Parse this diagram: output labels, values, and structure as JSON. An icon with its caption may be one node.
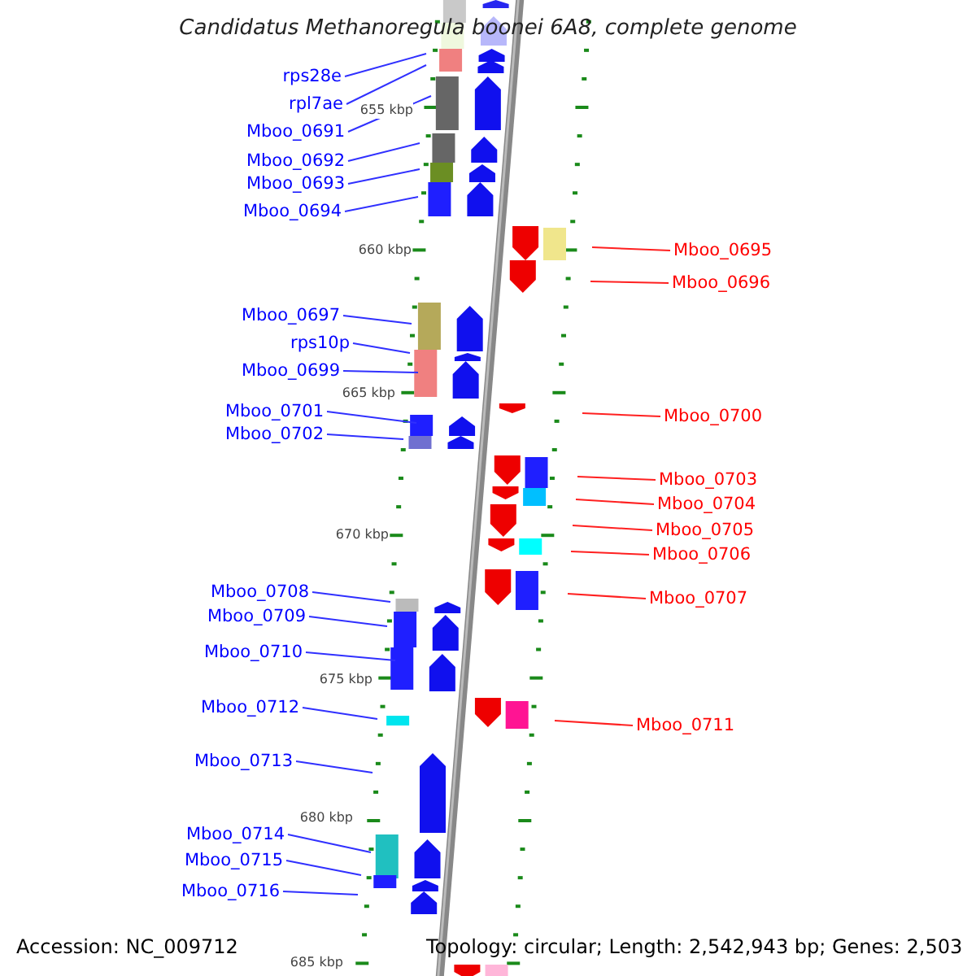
{
  "diagram": {
    "title": "Candidatus Methanoregula boonei 6A8, complete genome",
    "nodes": [
      {
        "text": [
          "rps28e"
        ]
      },
      {
        "text": [
          "rpl7ae"
        ]
      },
      {
        "text": [
          "Mboo_0691"
        ]
      },
      {
        "text": [
          "Mboo_0692"
        ]
      },
      {
        "text": [
          "Mboo_0693"
        ]
      },
      {
        "text": [
          "Mboo_0694"
        ]
      },
      {
        "text": [
          "Mboo_0695"
        ]
      },
      {
        "text": [
          "Mboo_0696"
        ]
      },
      {
        "text": [
          "Mboo_0697"
        ]
      },
      {
        "text": [
          "rps10p"
        ]
      },
      {
        "text": [
          "Mboo_0699"
        ]
      },
      {
        "text": [
          "Mboo_0701"
        ]
      },
      {
        "text": [
          "Mboo_0700"
        ]
      },
      {
        "text": [
          "Mboo_0702"
        ]
      },
      {
        "text": [
          "Mboo_0703"
        ]
      },
      {
        "text": [
          "Mboo_0704"
        ]
      },
      {
        "text": [
          "Mboo_0705"
        ]
      },
      {
        "text": [
          "Mboo_0706"
        ]
      },
      {
        "text": [
          "Mboo_0708"
        ]
      },
      {
        "text": [
          "Mboo_0707"
        ]
      },
      {
        "text": [
          "Mboo_0709"
        ]
      },
      {
        "text": [
          "Mboo_0710"
        ]
      },
      {
        "text": [
          "Mboo_0712"
        ]
      },
      {
        "text": [
          "Mboo_0711"
        ]
      },
      {
        "text": [
          "Mboo_0713"
        ]
      },
      {
        "text": [
          "Mboo_0714"
        ]
      },
      {
        "text": [
          "Mboo_0715"
        ]
      },
      {
        "text": [
          "Mboo_0716"
        ]
      }
    ],
    "edges": [
      {
        "from": 0,
        "to": null,
        "arrow": "none"
      },
      {
        "from": 1,
        "to": null,
        "arrow": "none"
      },
      {
        "from": 2,
        "to": null,
        "arrow": "none"
      },
      {
        "from": 3,
        "to": null,
        "arrow": "none"
      },
      {
        "from": 4,
        "to": null,
        "arrow": "none"
      },
      {
        "from": 5,
        "to": null,
        "arrow": "none"
      },
      {
        "from": 6,
        "to": null,
        "arrow": "none",
        "color": "#ff2020"
      },
      {
        "from": 7,
        "to": null,
        "arrow": "none",
        "color": "#ff2020"
      },
      {
        "from": 8,
        "to": null,
        "arrow": "none"
      },
      {
        "from": 9,
        "to": null,
        "arrow": "none"
      },
      {
        "from": 10,
        "to": null,
        "arrow": "none"
      },
      {
        "from": 11,
        "to": null,
        "arrow": "none"
      },
      {
        "from": 12,
        "to": null,
        "arrow": "none",
        "color": "#ff2020"
      },
      {
        "from": 13,
        "to": null,
        "arrow": "none"
      },
      {
        "from": 14,
        "to": null,
        "arrow": "none",
        "color": "#ff2020"
      },
      {
        "from": 15,
        "to": null,
        "arrow": "none",
        "color": "#ff2020"
      },
      {
        "from": 16,
        "to": null,
        "arrow": "none",
        "color": "#ff2020"
      },
      {
        "from": 17,
        "to": null,
        "arrow": "none",
        "color": "#ff2020"
      },
      {
        "from": 18,
        "to": null,
        "arrow": "none"
      },
      {
        "from": 19,
        "to": null,
        "arrow": "none",
        "color": "#ff2020"
      },
      {
        "from": 20,
        "to": null,
        "arrow": "none"
      },
      {
        "from": 21,
        "to": null,
        "arrow": "none"
      },
      {
        "from": 22,
        "to": null,
        "arrow": "none"
      },
      {
        "from": 23,
        "to": null,
        "arrow": "none",
        "color": "#ff2020"
      },
      {
        "from": 24,
        "to": null,
        "arrow": "none"
      },
      {
        "from": 25,
        "to": null,
        "arrow": "none"
      },
      {
        "from": 26,
        "to": null,
        "arrow": "none"
      },
      {
        "from": 27,
        "to": null,
        "arrow": "none"
      }
    ],
    "labels": [
      "655 kbp",
      "660 kbp",
      "665 kbp",
      "670 kbp",
      "675 kbp",
      "680 kbp",
      "Accession: NC_009712",
      "Topology: circular; Length: 2,542,943 bp; Genes: 2,503",
      "685 kbp"
    ]
  }
}
